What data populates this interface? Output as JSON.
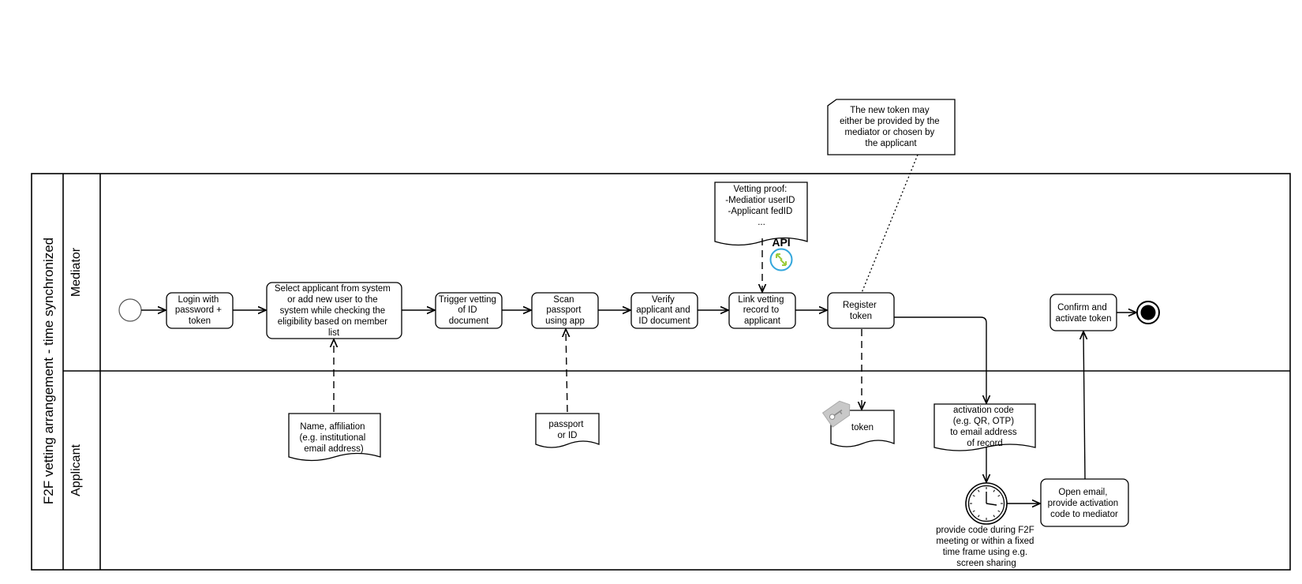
{
  "pool": {
    "title": "F2F vetting arrangement  - time synchronized"
  },
  "lanes": {
    "mediator": "Mediator",
    "applicant": "Applicant"
  },
  "tasks": {
    "login": [
      "Login with",
      "password +",
      "token"
    ],
    "select": [
      "Select applicant from system",
      "or add new user to the",
      "system while checking the",
      "eligibility based on member",
      "list"
    ],
    "trigger": [
      "Trigger vetting",
      "of  ID",
      "document"
    ],
    "scan": [
      "Scan",
      "passport",
      "using app"
    ],
    "verify": [
      "Verify",
      "applicant and",
      "ID document"
    ],
    "link": [
      "Link vetting",
      "record to",
      "applicant"
    ],
    "register": [
      "Register",
      "token"
    ],
    "confirm": [
      "Confirm and",
      "activate token"
    ],
    "open_email": [
      "Open email,",
      "provide activation",
      "code to mediator"
    ]
  },
  "documents": {
    "name_affiliation": [
      "Name, affiliation",
      "(e.g. institutional",
      "email address)"
    ],
    "passport": [
      "passport",
      "or ID"
    ],
    "token": [
      "token"
    ],
    "activation_code": [
      "activation code",
      "(e.g. QR, OTP)",
      "to email address",
      "of record"
    ],
    "vetting_proof": [
      "Vetting proof:",
      "-Mediatior userID",
      "-Applicant fedID",
      "..."
    ]
  },
  "annotation": [
    "The new token may",
    "either be provided by the",
    "mediator or chosen by",
    "the applicant"
  ],
  "api_label": "API",
  "timer_label": [
    "provide code during F2F",
    "meeting or within a fixed",
    "time frame using e.g.",
    "screen sharing"
  ],
  "icons": {
    "api": "api-exchange-icon",
    "token": "key-tag-icon",
    "timer": "clock-icon"
  }
}
